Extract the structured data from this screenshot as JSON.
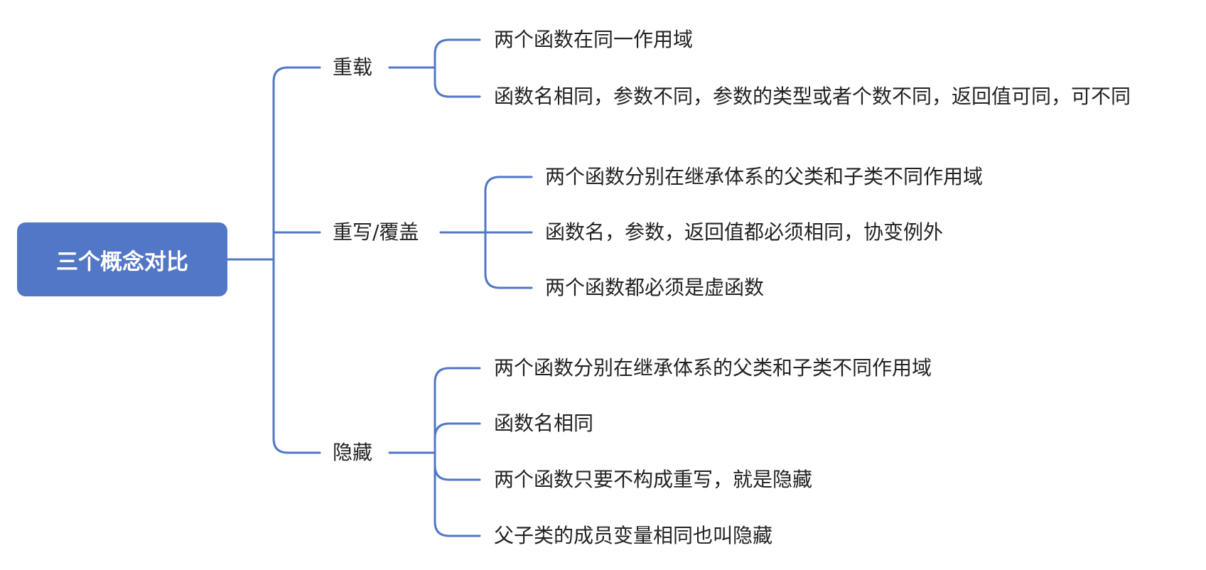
{
  "root": {
    "label": "三个概念对比"
  },
  "branches": [
    {
      "label": "重载",
      "items": [
        "两个函数在同一作用域",
        "函数名相同，参数不同，参数的类型或者个数不同，返回值可同，可不同"
      ]
    },
    {
      "label": "重写/覆盖",
      "items": [
        "两个函数分别在继承体系的父类和子类不同作用域",
        "函数名，参数，返回值都必须相同，协变例外",
        "两个函数都必须是虚函数"
      ]
    },
    {
      "label": "隐藏",
      "items": [
        "两个函数分别在继承体系的父类和子类不同作用域",
        "函数名相同",
        "两个函数只要不构成重写，就是隐藏",
        "父子类的成员变量相同也叫隐藏"
      ]
    }
  ],
  "colors": {
    "line": "#5177c6",
    "root_fill": "#5177c6",
    "text": "#222222"
  }
}
